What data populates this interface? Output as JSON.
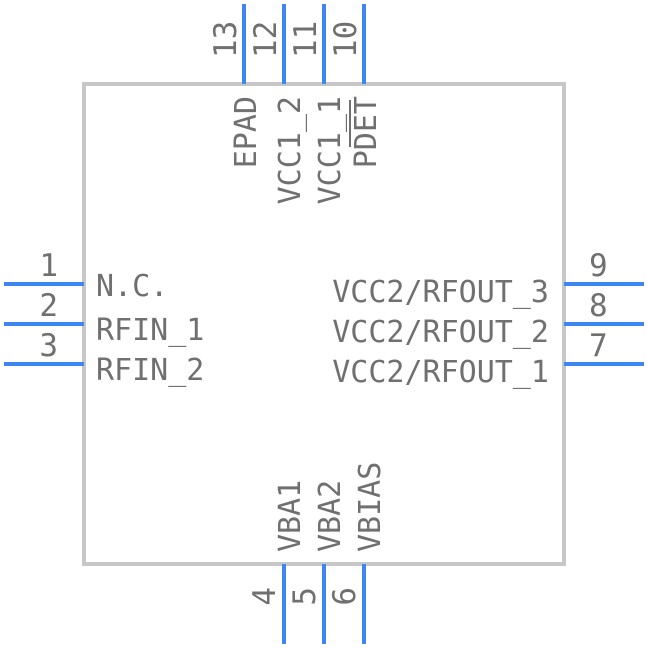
{
  "pins": {
    "p1": {
      "number": "1",
      "name": "N.C."
    },
    "p2": {
      "number": "2",
      "name": "RFIN_1"
    },
    "p3": {
      "number": "3",
      "name": "RFIN_2"
    },
    "p4": {
      "number": "4",
      "name": "VBA1"
    },
    "p5": {
      "number": "5",
      "name": "VBA2"
    },
    "p6": {
      "number": "6",
      "name": "VBIAS"
    },
    "p7": {
      "number": "7",
      "name": "VCC2/RFOUT_1"
    },
    "p8": {
      "number": "8",
      "name": "VCC2/RFOUT_2"
    },
    "p9": {
      "number": "9",
      "name": "VCC2/RFOUT_3"
    },
    "p10": {
      "number": "10",
      "name": "PDET"
    },
    "p11": {
      "number": "11",
      "name": "VCC1_1"
    },
    "p12": {
      "number": "12",
      "name": "VCC1_2"
    },
    "p13": {
      "number": "13",
      "name": "EPAD"
    }
  },
  "colors": {
    "pin": "#3d87f0",
    "body_outline": "#c7c7c7",
    "text": "#707070"
  }
}
